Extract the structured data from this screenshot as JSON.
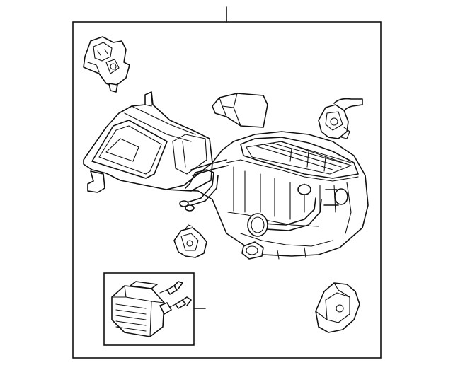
{
  "diagram": {
    "kind": "exploded-parts-illustration",
    "line_color": "#111111",
    "background": "#ffffff",
    "parts": [
      "heater-case-assembly",
      "actuator-top-left",
      "cover-bracket",
      "actuator-top-right",
      "actuator-small-middle",
      "resistor-assembly",
      "screw",
      "actuator-bottom-right"
    ]
  }
}
